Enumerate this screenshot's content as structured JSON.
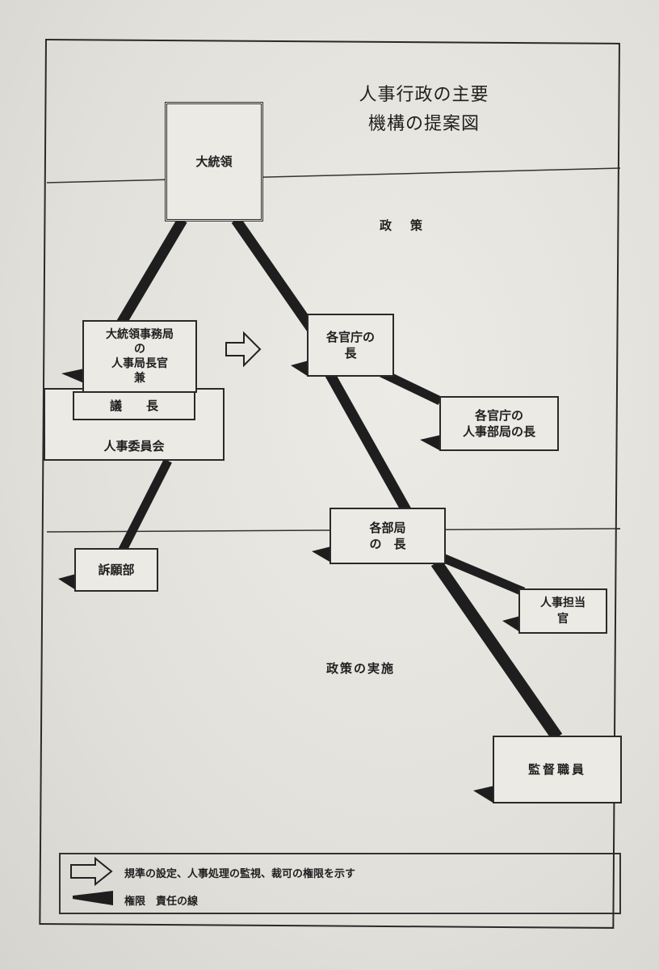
{
  "title_lines": [
    "人事行政の主要",
    "機構の提案図"
  ],
  "zones": {
    "policy": "政　策",
    "implementation": "政策の実施"
  },
  "boxes": {
    "president": "大統領",
    "exec_office": [
      "大統領事務局",
      "の",
      "人事局長官",
      "兼"
    ],
    "chairman": "議　　長",
    "commission": "人事委員会",
    "ministry_heads": [
      "各官庁の",
      "長"
    ],
    "ministry_personnel": [
      "各官庁の",
      "人事部局の長"
    ],
    "bureau_heads": [
      "各部局",
      "の　長"
    ],
    "appeals": "訴願部",
    "personnel_officer": [
      "人事担当",
      "官"
    ],
    "inspectors": "監督職員"
  },
  "legend": {
    "arrow_text": "規準の設定、人事処理の監視、裁可の権限を示す",
    "line_text": "権限　責任の線"
  }
}
